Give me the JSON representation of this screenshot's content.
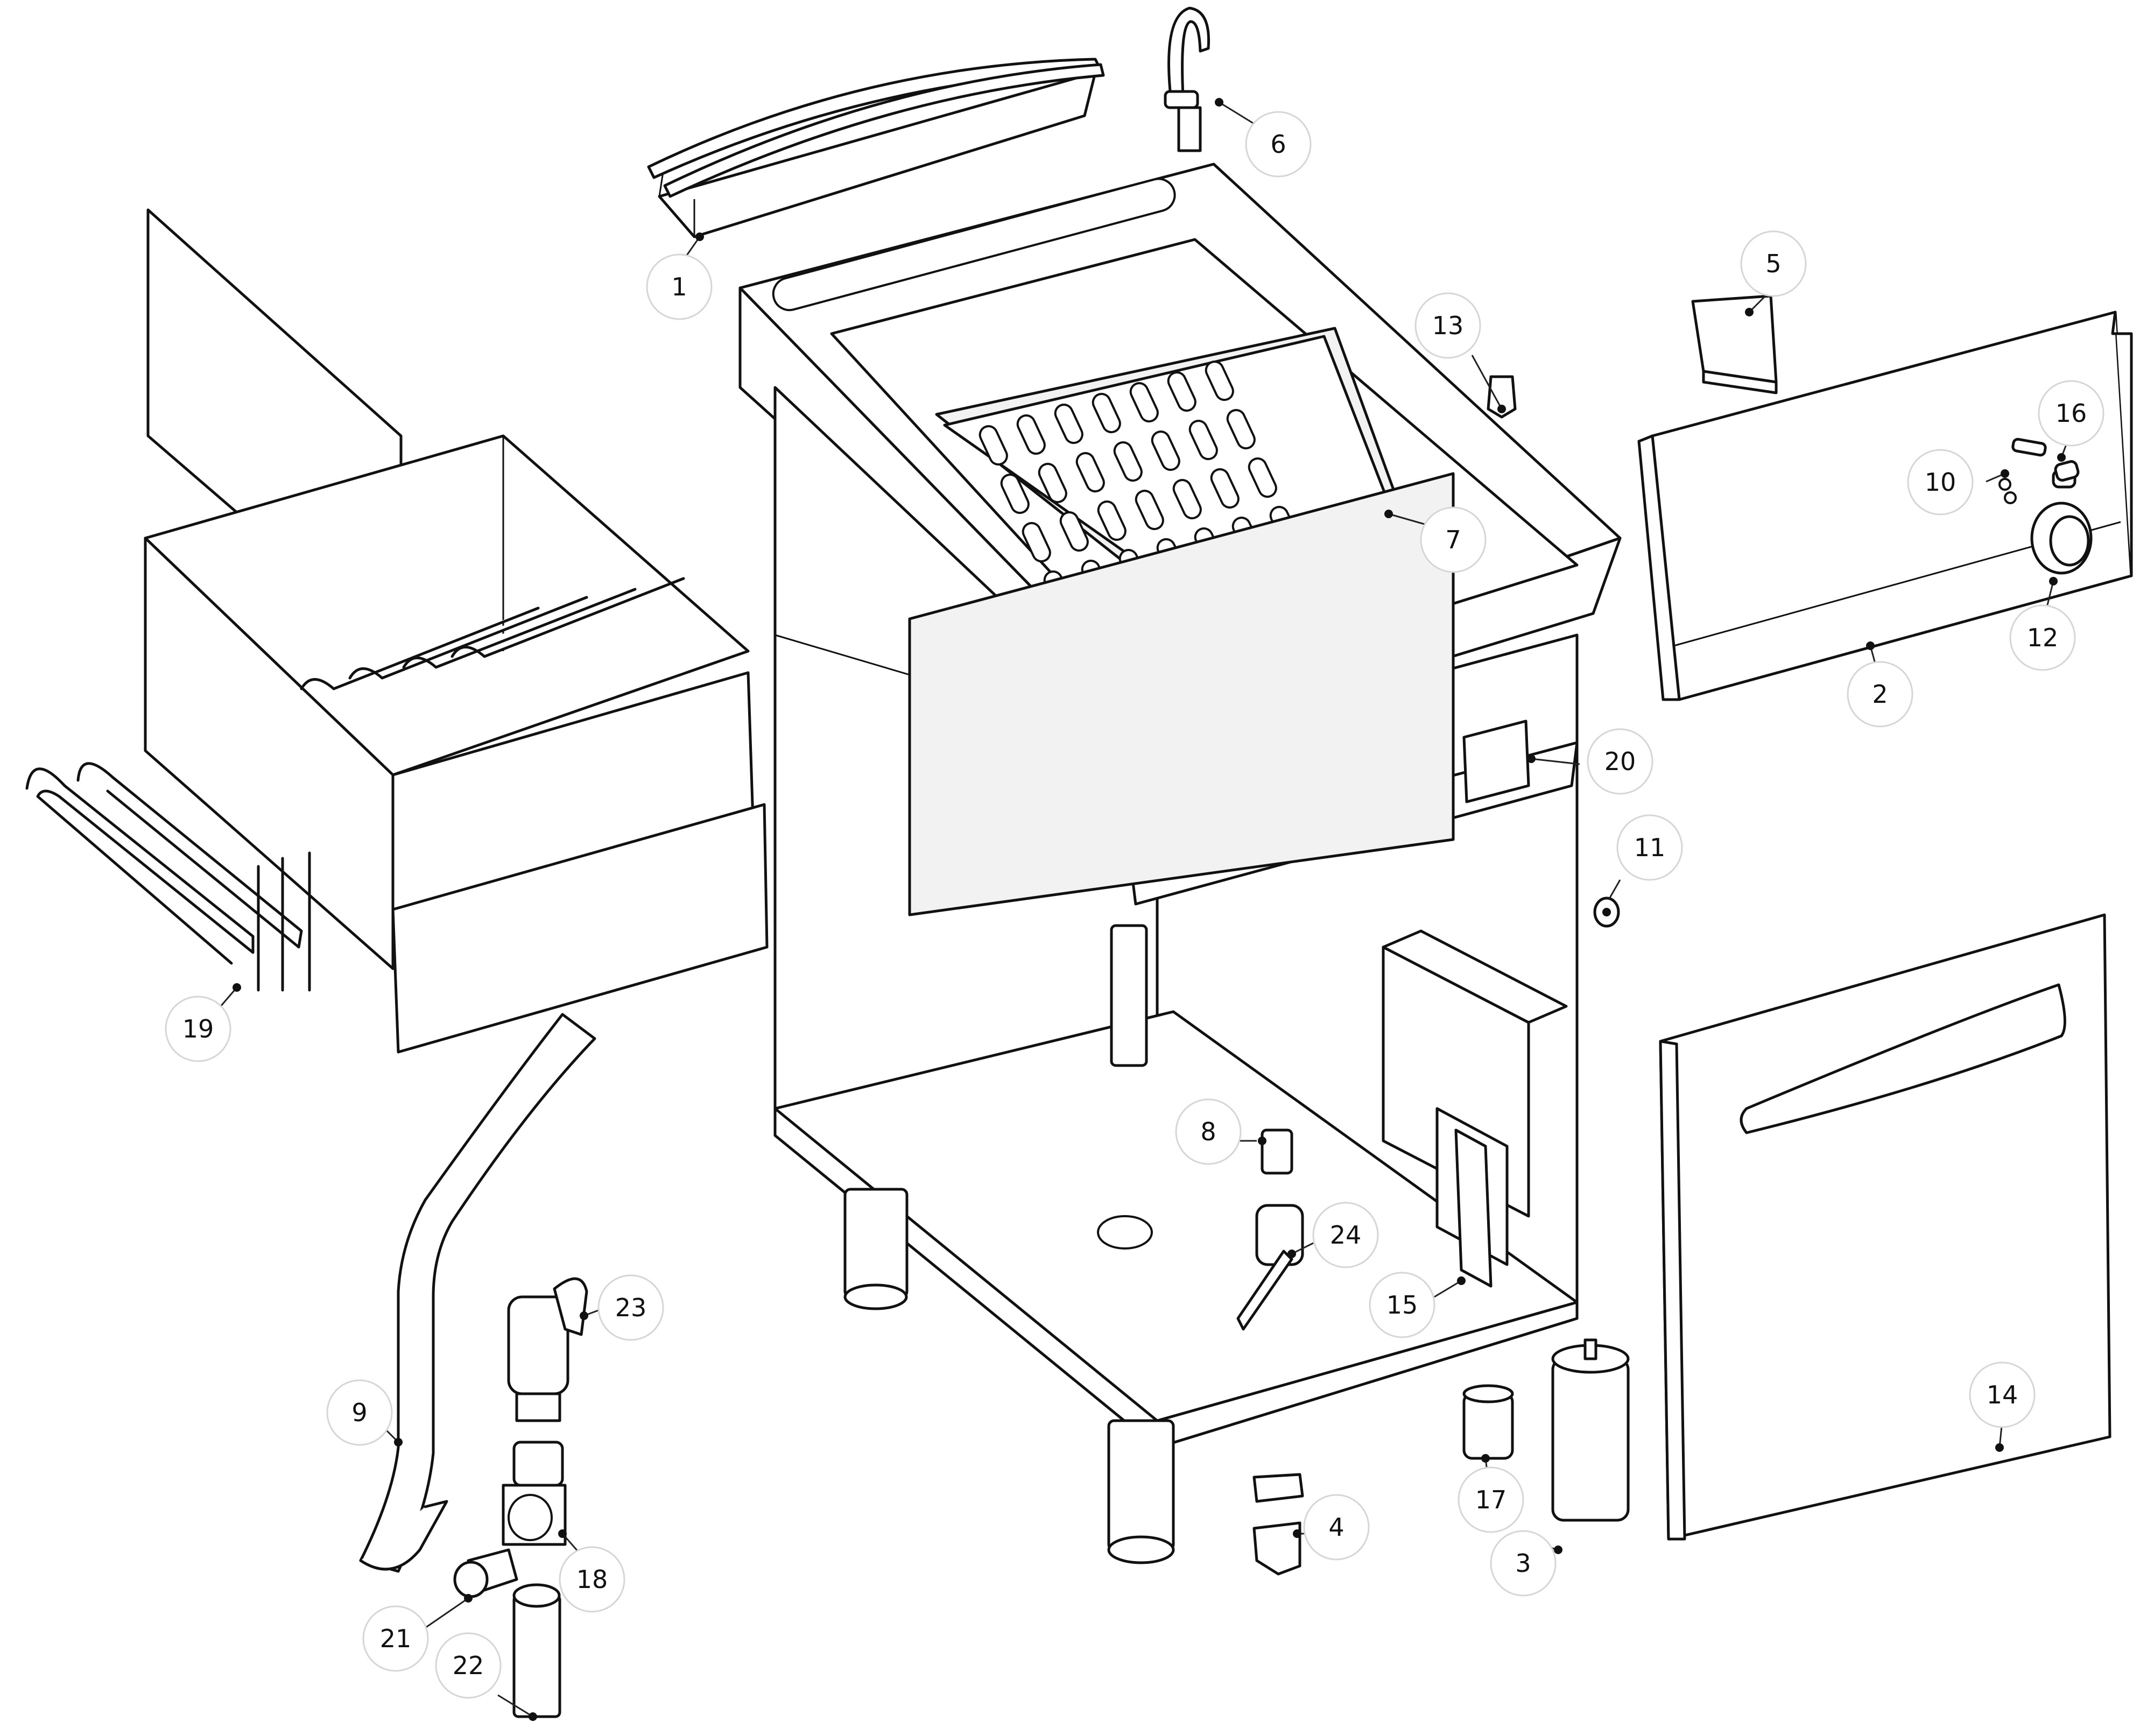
{
  "callouts": {
    "c1": "1",
    "c2": "2",
    "c3": "3",
    "c4": "4",
    "c5": "5",
    "c6": "6",
    "c7": "7",
    "c8": "8",
    "c9": "9",
    "c10": "10",
    "c11": "11",
    "c12": "12",
    "c13": "13",
    "c14": "14",
    "c15": "15",
    "c16": "16",
    "c17": "17",
    "c18": "18",
    "c19": "19",
    "c20": "20",
    "c21": "21",
    "c22": "22",
    "c23": "23",
    "c24": "24"
  },
  "colors": {
    "line": "#111111",
    "callout_ring": "#d6d6d6",
    "background": "#ffffff"
  }
}
